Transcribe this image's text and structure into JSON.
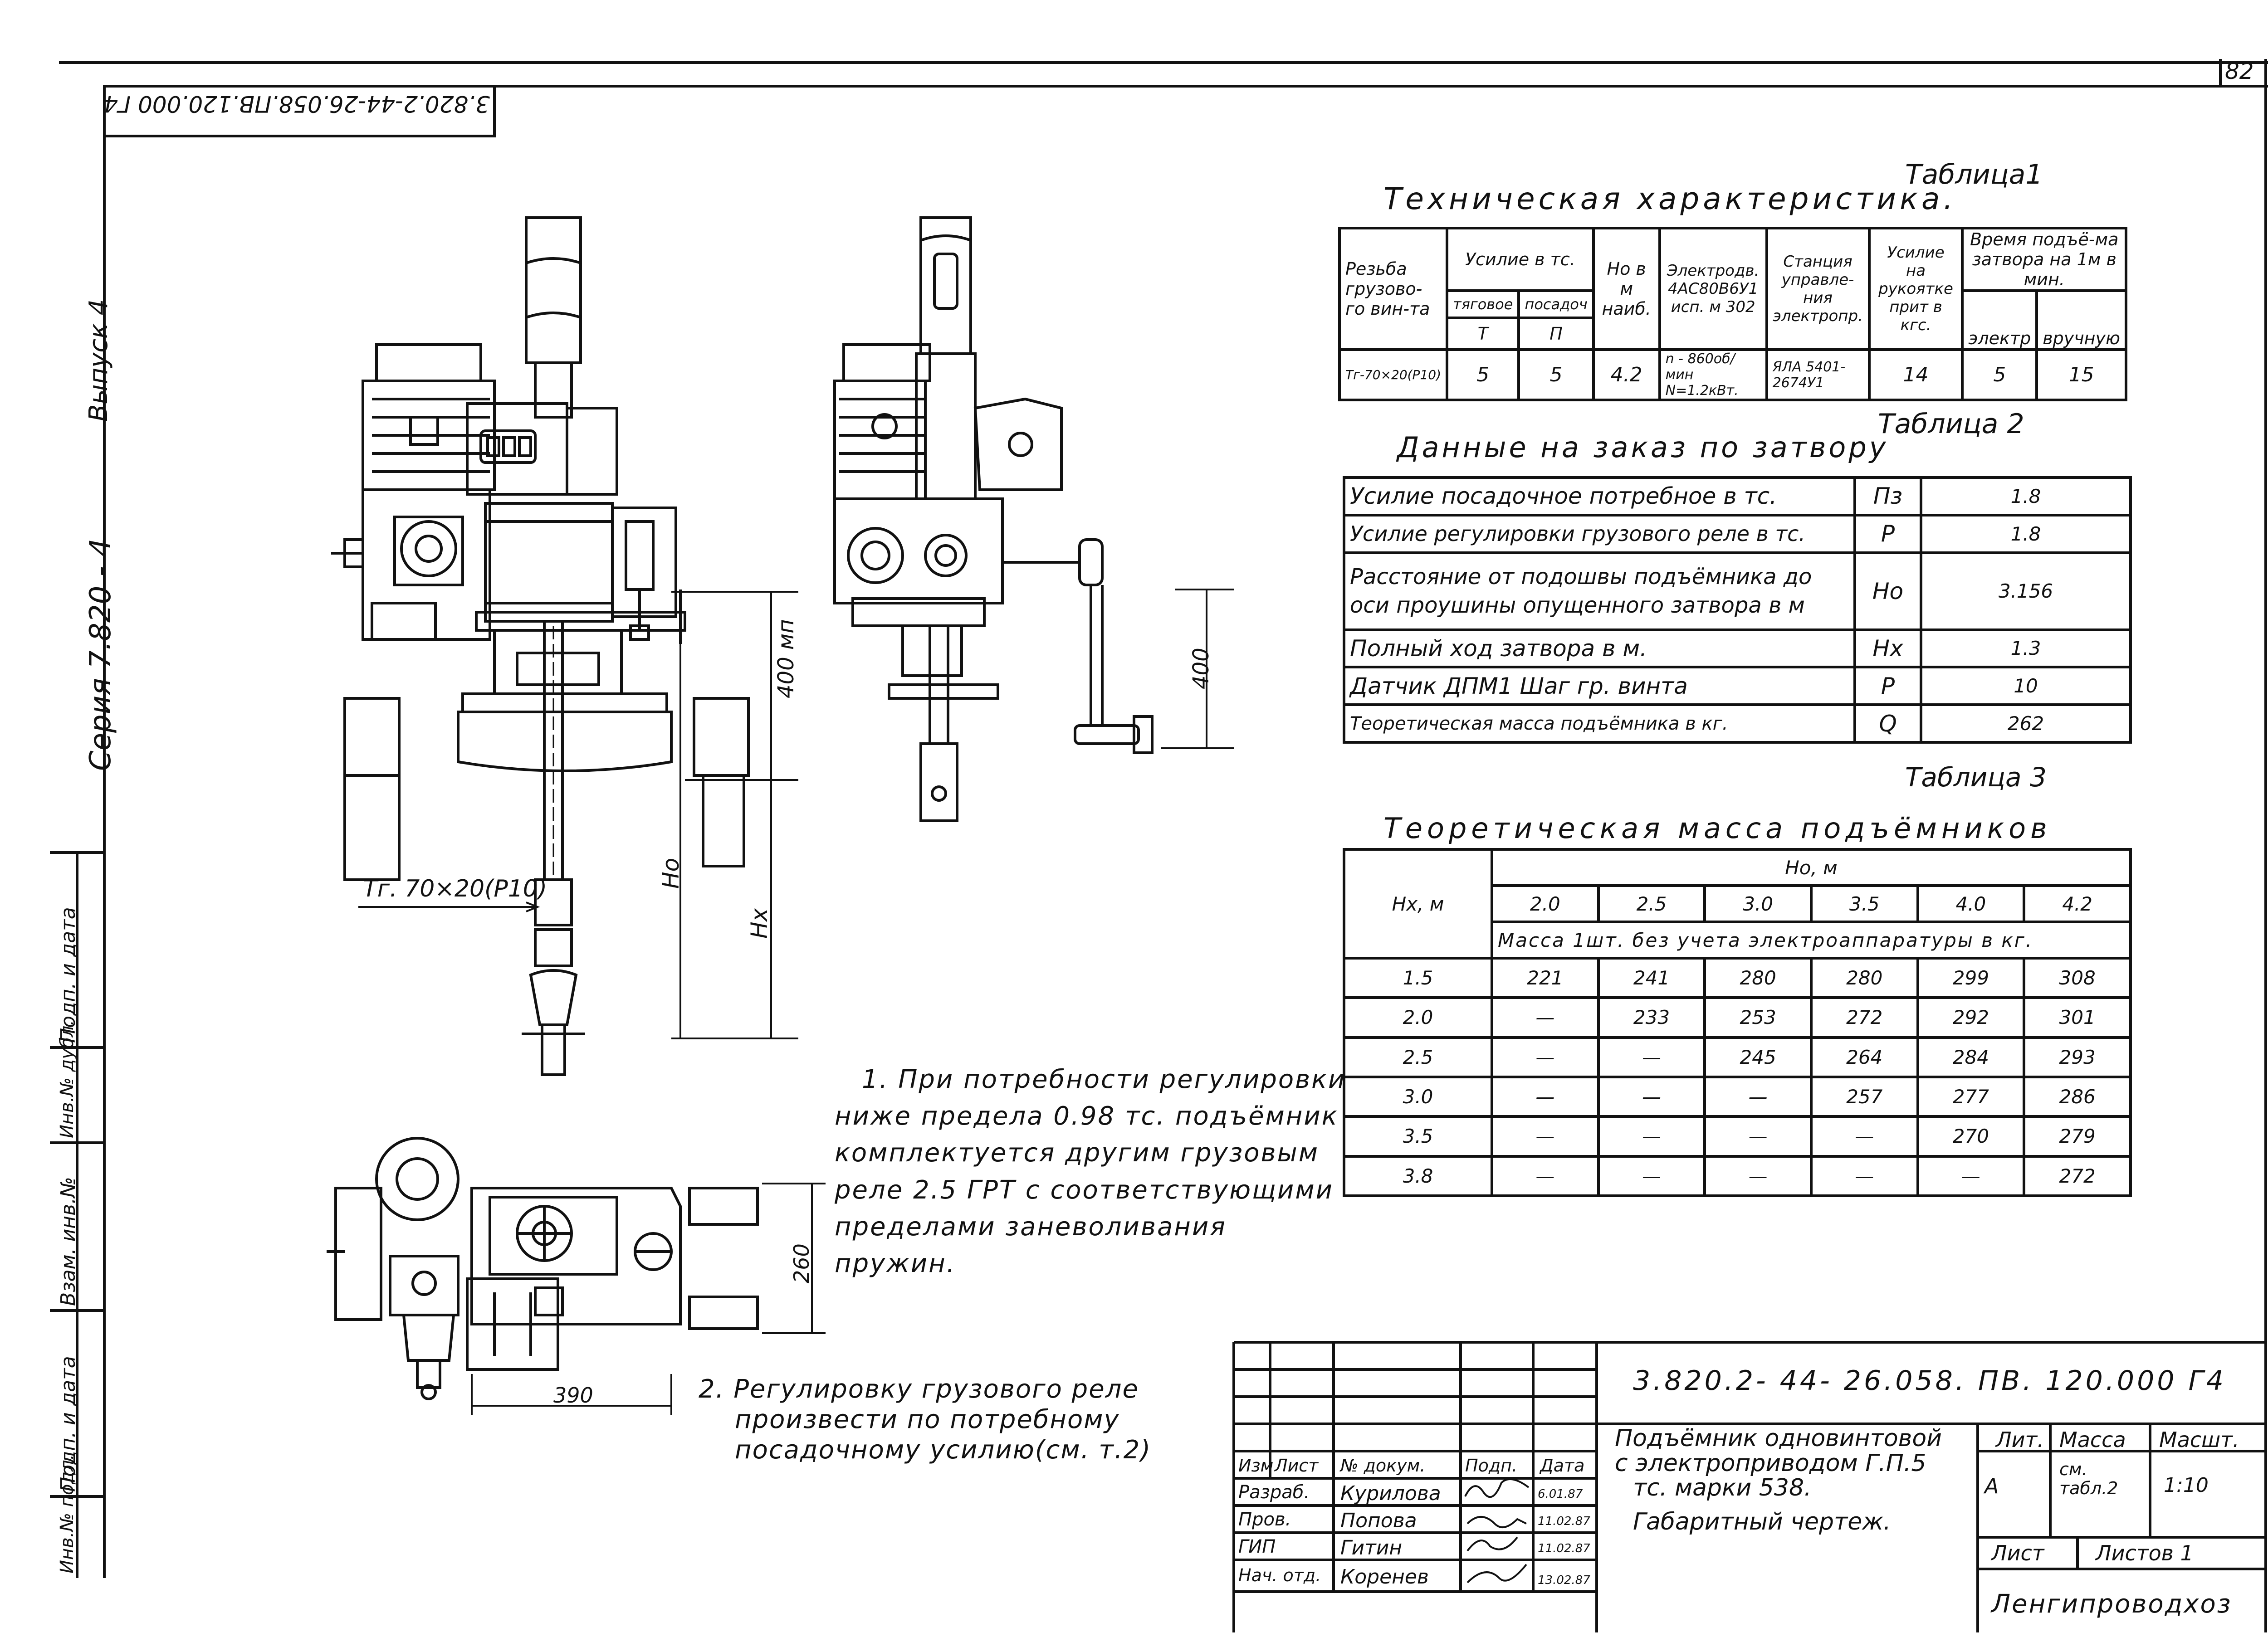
{
  "sheet": {
    "page_number": "82",
    "stamp_code_mirrored": "3.820.2-44-26.058.ПВ.120.000 Г4",
    "series_label": "Серия 7.820 - 4",
    "issue_label": "Выпуск 4"
  },
  "side_strip": {
    "cells": [
      "Подп. и дата",
      "Инв.№ дубл.",
      "Взам. инв.№",
      "Подп. и дата",
      "Инв.№ подл."
    ]
  },
  "drawing_labels": {
    "dim_400_mm": "400 мп",
    "dim_400": "400",
    "ho": "Hо",
    "hx": "Hх",
    "thread": "Тг. 70×20(Р10)",
    "dim_260": "260",
    "dim_390": "390"
  },
  "table1": {
    "caption": "Таблица1",
    "title": "Техническая характеристика.",
    "header": {
      "col1": "Резьба грузово-го вин-та",
      "col2_group": "Усилие в тс.",
      "col2a": "тяговое",
      "col2b": "посадоч",
      "col2a_sym": "Т",
      "col2b_sym": "П",
      "col3": "Hо в м наиб.",
      "col4": "Электродв. 4АС80В6У1 исп. м 302",
      "col5": "Станция управле-ния электропр.",
      "col6": "Усилие на рукоятке прит в кгс.",
      "col7_group": "Время подъё-ма затвора на 1м в мин.",
      "col7a": "электр",
      "col7b": "вручную"
    },
    "row": {
      "thread": "Тг-70×20(Р10)",
      "t": "5",
      "p": "5",
      "ho": "4.2",
      "motor": "n - 860об/мин N=1.2кВт.",
      "station": "ЯЛА 5401-2674У1",
      "force": "14",
      "t_el": "5",
      "t_hand": "15"
    }
  },
  "table2": {
    "caption": "Таблица 2",
    "title": "Данные на заказ по затвору",
    "rows": [
      {
        "label": "Усилие посадочное потребное в тс.",
        "sym": "Пз",
        "val": "1.8"
      },
      {
        "label": "Усилие регулировки грузового реле в тс.",
        "sym": "Р",
        "val": "1.8"
      },
      {
        "label": "Расстояние от подошвы подъёмника до оси проушины опущенного затвора в м",
        "sym": "Hо",
        "val": "3.156"
      },
      {
        "label": "Полный ход затвора в м.",
        "sym": "Hх",
        "val": "1.3"
      },
      {
        "label": "Датчик ДПМ1 Шаг гр. винта",
        "sym": "Р",
        "val": "10"
      },
      {
        "label": "Теоретическая масса подъёмника в кг.",
        "sym": "Q",
        "val": "262"
      }
    ]
  },
  "table3": {
    "caption": "Таблица 3",
    "title": "Теоретическая масса подъёмников",
    "row_header": "Hх, м",
    "col_group": "Hо, м",
    "cols": [
      "2.0",
      "2.5",
      "3.0",
      "3.5",
      "4.0",
      "4.2"
    ],
    "subheader": "Масса 1шт. без учета электроаппаратуры в кг.",
    "rows": [
      {
        "hx": "1.5",
        "v": [
          "221",
          "241",
          "280",
          "280",
          "299",
          "308"
        ]
      },
      {
        "hx": "2.0",
        "v": [
          "—",
          "233",
          "253",
          "272",
          "292",
          "301"
        ]
      },
      {
        "hx": "2.5",
        "v": [
          "—",
          "—",
          "245",
          "264",
          "284",
          "293"
        ]
      },
      {
        "hx": "3.0",
        "v": [
          "—",
          "—",
          "—",
          "257",
          "277",
          "286"
        ]
      },
      {
        "hx": "3.5",
        "v": [
          "—",
          "—",
          "—",
          "—",
          "270",
          "279"
        ]
      },
      {
        "hx": "3.8",
        "v": [
          "—",
          "—",
          "—",
          "—",
          "—",
          "272"
        ]
      }
    ]
  },
  "notes": {
    "n1": [
      "1. При потребности регулировки",
      "ниже предела 0.98 тс. подъёмник",
      "комплектуется другим грузовым",
      "реле 2.5 ГРТ с соответствующими",
      "пределами заневоливания",
      "пружин."
    ],
    "n2": [
      "2. Регулировку грузового реле",
      "произвести по потребному",
      "посадочному усилию(см. т.2)"
    ]
  },
  "title_block": {
    "code": "3.820.2- 44- 26.058. ПВ. 120.000 Г4",
    "name_lines": [
      "Подъёмник одновинтовой",
      "с электроприводом Г.П.5",
      "тс. марки 538.",
      "Габаритный чертеж."
    ],
    "head": {
      "izm": "Изм",
      "list": "Лист",
      "doc": "№ докум.",
      "sign": "Подп.",
      "date": "Дата"
    },
    "people": [
      {
        "role": "Разраб.",
        "name": "Курилова",
        "date": "6.01.87"
      },
      {
        "role": "Пров.",
        "name": "Попова",
        "date": "11.02.87"
      },
      {
        "role": "ГИП",
        "name": "Гитин",
        "date": "11.02.87"
      },
      {
        "role": "Нач. отд.",
        "name": "Коренев",
        "date": "13.02.87"
      }
    ],
    "lit_label": "Лит.",
    "mass_label": "Масса",
    "scale_label": "Масшт.",
    "lit_value": "А",
    "mass_value": "см. табл.2",
    "scale_value": "1:10",
    "sheet_label": "Лист",
    "sheets_label": "Листов 1",
    "org": "Ленгипроводхоз"
  }
}
